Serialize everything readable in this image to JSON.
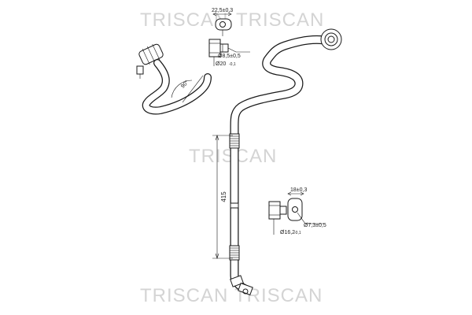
{
  "watermarks": {
    "top_left": "TRISCAN",
    "top_right": "TRISCAN",
    "middle": "TRISCAN",
    "bottom_left": "TRISCAN",
    "bottom_right": "TRISCAN"
  },
  "fitting_top": {
    "width": "22,5±0,3",
    "bore": "Ø8,5±0,5",
    "outer": "Ø20",
    "outer_tol": "-0,1"
  },
  "inset": {
    "angle": "90°"
  },
  "main_pipe": {
    "length": "415"
  },
  "fitting_bottom": {
    "width": "18±0,3",
    "bore": "Ø7,3±0,5",
    "outer": "Ø16,2",
    "outer_tol": "-0,1"
  }
}
